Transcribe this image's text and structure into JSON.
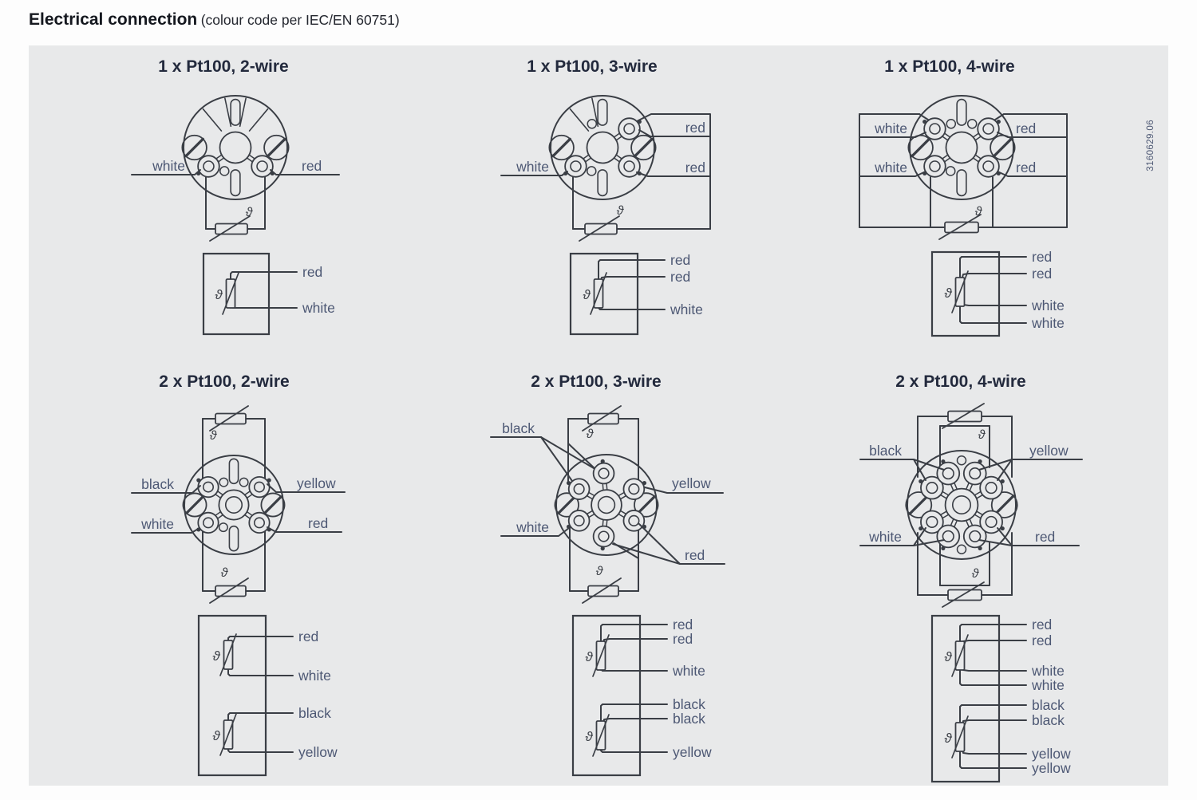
{
  "title": {
    "main": "Electrical connection",
    "sub": "(colour code per IEC/EN 60751)"
  },
  "doc_number": "3160629.06",
  "colors": {
    "panel_bg": "#e8e9ea",
    "line": "#3a3e45",
    "label_text": "#4d5874",
    "heading_text": "#232a3d",
    "title_text": "#15181f"
  },
  "theta_symbol": "ϑ",
  "diagrams": [
    {
      "id": "1x2",
      "heading": "1 x Pt100, 2-wire",
      "head_labels": [
        "white",
        "red"
      ],
      "schematic_labels": [
        "red",
        "white"
      ]
    },
    {
      "id": "1x3",
      "heading": "1 x Pt100, 3-wire",
      "head_labels": [
        "white",
        "red",
        "red"
      ],
      "schematic_labels": [
        "red",
        "red",
        "white"
      ]
    },
    {
      "id": "1x4",
      "heading": "1 x Pt100, 4-wire",
      "head_labels": [
        "white",
        "white",
        "red",
        "red"
      ],
      "schematic_labels": [
        "red",
        "red",
        "white",
        "white"
      ]
    },
    {
      "id": "2x2",
      "heading": "2 x Pt100, 2-wire",
      "head_labels": [
        "black",
        "yellow",
        "white",
        "red"
      ],
      "schematic_labels": [
        "red",
        "white",
        "black",
        "yellow"
      ]
    },
    {
      "id": "2x3",
      "heading": "2 x Pt100, 3-wire",
      "head_labels": [
        "black",
        "yellow",
        "white",
        "red"
      ],
      "schematic_labels": [
        "red",
        "red",
        "white",
        "black",
        "black",
        "yellow"
      ]
    },
    {
      "id": "2x4",
      "heading": "2 x Pt100, 4-wire",
      "head_labels": [
        "black",
        "yellow",
        "white",
        "red"
      ],
      "schematic_labels": [
        "red",
        "red",
        "white",
        "white",
        "black",
        "black",
        "yellow",
        "yellow"
      ]
    }
  ]
}
